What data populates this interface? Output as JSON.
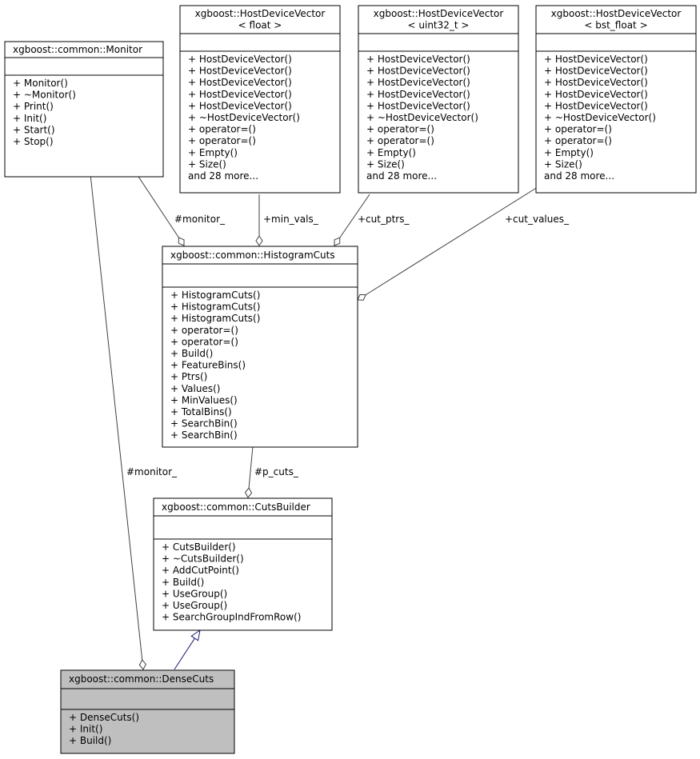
{
  "classes": {
    "monitor": {
      "name": "xgboost::common::Monitor",
      "methods": [
        "+ Monitor()",
        "+ ~Monitor()",
        "+ Print()",
        "+ Init()",
        "+ Start()",
        "+ Stop()"
      ]
    },
    "hdv_float": {
      "name_lines": [
        "xgboost::HostDeviceVector",
        "< float >"
      ],
      "methods": [
        "+ HostDeviceVector()",
        "+ HostDeviceVector()",
        "+ HostDeviceVector()",
        "+ HostDeviceVector()",
        "+ HostDeviceVector()",
        "+ ~HostDeviceVector()",
        "+ operator=()",
        "+ operator=()",
        "+ Empty()",
        "+ Size()",
        "and 28 more..."
      ]
    },
    "hdv_uint32": {
      "name_lines": [
        "xgboost::HostDeviceVector",
        "< uint32_t >"
      ],
      "methods": [
        "+ HostDeviceVector()",
        "+ HostDeviceVector()",
        "+ HostDeviceVector()",
        "+ HostDeviceVector()",
        "+ HostDeviceVector()",
        "+ ~HostDeviceVector()",
        "+ operator=()",
        "+ operator=()",
        "+ Empty()",
        "+ Size()",
        "and 28 more..."
      ]
    },
    "hdv_bst_float": {
      "name_lines": [
        "xgboost::HostDeviceVector",
        "< bst_float >"
      ],
      "methods": [
        "+ HostDeviceVector()",
        "+ HostDeviceVector()",
        "+ HostDeviceVector()",
        "+ HostDeviceVector()",
        "+ HostDeviceVector()",
        "+ ~HostDeviceVector()",
        "+ operator=()",
        "+ operator=()",
        "+ Empty()",
        "+ Size()",
        "and 28 more..."
      ]
    },
    "histogram_cuts": {
      "name": "xgboost::common::HistogramCuts",
      "methods": [
        "+ HistogramCuts()",
        "+ HistogramCuts()",
        "+ HistogramCuts()",
        "+ operator=()",
        "+ operator=()",
        "+ Build()",
        "+ FeatureBins()",
        "+ Ptrs()",
        "+ Values()",
        "+ MinValues()",
        "+ TotalBins()",
        "+ SearchBin()",
        "+ SearchBin()"
      ]
    },
    "cuts_builder": {
      "name": "xgboost::common::CutsBuilder",
      "methods": [
        "+ CutsBuilder()",
        "+ ~CutsBuilder()",
        "+ AddCutPoint()",
        "+ Build()",
        "+ UseGroup()",
        "+ UseGroup()",
        "+ SearchGroupIndFromRow()"
      ]
    },
    "dense_cuts": {
      "name": "xgboost::common::DenseCuts",
      "methods": [
        "+ DenseCuts()",
        "+ Init()",
        "+ Build()"
      ]
    }
  },
  "edge_labels": {
    "monitor_to_hist": "#monitor_",
    "min_vals": "+min_vals_",
    "cut_ptrs": "+cut_ptrs_",
    "cut_values": "+cut_values_",
    "p_cuts": "#p_cuts_",
    "monitor_to_dense": "#monitor_"
  },
  "colors": {
    "highlight_fill": "#bfbfbf",
    "box_fill": "#ffffff",
    "edge": "#404040",
    "inherit_edge": "#191970"
  }
}
